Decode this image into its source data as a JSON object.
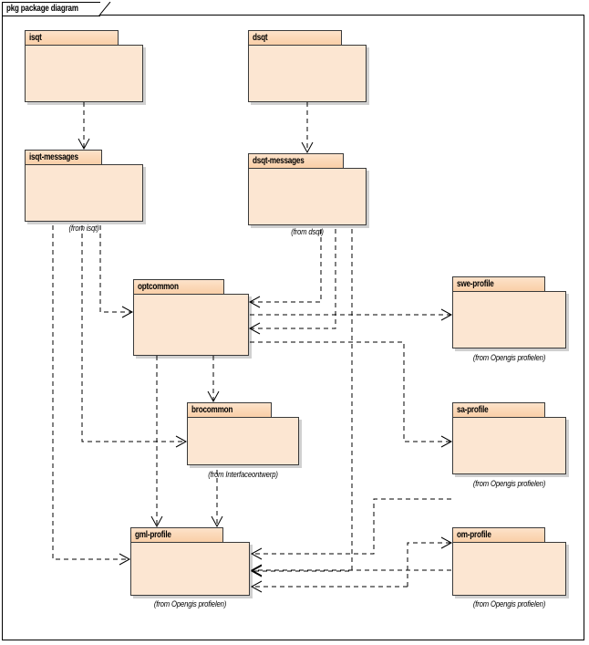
{
  "diagram": {
    "title": "pkg package diagram",
    "type": "uml-package-diagram",
    "colors": {
      "package_header": "#fbd9b9",
      "package_body": "#fce6d2",
      "border": "#3a3a3a",
      "edge": "#000000",
      "background": "#ffffff"
    }
  },
  "packages": [
    {
      "id": "isqt",
      "name": "isqt",
      "from": ""
    },
    {
      "id": "dsqt",
      "name": "dsqt",
      "from": ""
    },
    {
      "id": "isqt-messages",
      "name": "isqt-messages",
      "from": "(from isqt)"
    },
    {
      "id": "dsqt-messages",
      "name": "dsqt-messages",
      "from": "(from dsqt)"
    },
    {
      "id": "optcommon",
      "name": "optcommon",
      "from": ""
    },
    {
      "id": "swe-profile",
      "name": "swe-profile",
      "from": "(from Opengis profielen)"
    },
    {
      "id": "brocommon",
      "name": "brocommon",
      "from": "(from Interfaceontwerp)"
    },
    {
      "id": "sa-profile",
      "name": "sa-profile",
      "from": "(from Opengis profielen)"
    },
    {
      "id": "gml-profile",
      "name": "gml-profile",
      "from": "(from Opengis profielen)"
    },
    {
      "id": "om-profile",
      "name": "om-profile",
      "from": "(from Opengis profielen)"
    }
  ],
  "dependencies": [
    {
      "from": "isqt",
      "to": "isqt-messages"
    },
    {
      "from": "dsqt",
      "to": "dsqt-messages"
    },
    {
      "from": "isqt-messages",
      "to": "optcommon"
    },
    {
      "from": "isqt-messages",
      "to": "brocommon"
    },
    {
      "from": "isqt-messages",
      "to": "gml-profile"
    },
    {
      "from": "dsqt-messages",
      "to": "optcommon"
    },
    {
      "from": "dsqt-messages",
      "to": "gml-profile"
    },
    {
      "from": "dsqt-messages",
      "to": "om-profile"
    },
    {
      "from": "optcommon",
      "to": "swe-profile"
    },
    {
      "from": "optcommon",
      "to": "sa-profile"
    },
    {
      "from": "optcommon",
      "to": "brocommon"
    },
    {
      "from": "optcommon",
      "to": "gml-profile"
    },
    {
      "from": "brocommon",
      "to": "gml-profile"
    },
    {
      "from": "om-profile",
      "to": "gml-profile"
    }
  ]
}
